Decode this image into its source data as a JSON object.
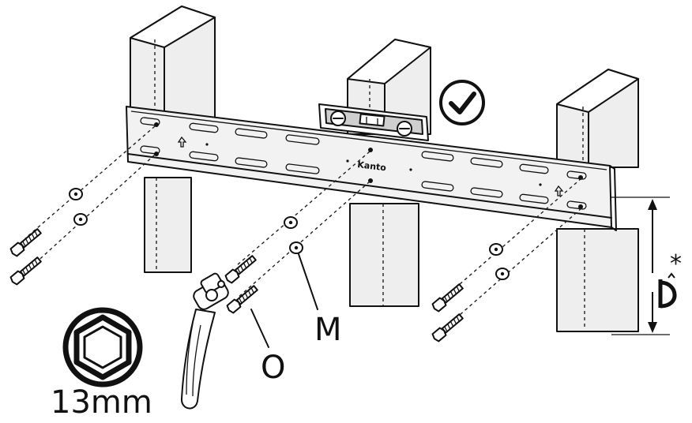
{
  "labels": {
    "anchor_m": "M",
    "anchor_o": "O",
    "socket_size": "13mm",
    "brand": "Kanto",
    "note_star": "*"
  },
  "icons": {
    "check": "check-circle-icon",
    "hex_socket": "hexagon-socket-icon",
    "ratchet": "ratchet-wrench-icon",
    "level": "spirit-level-icon",
    "dimension": "vertical-dimension-arrow-icon"
  },
  "colors": {
    "line": "#111111",
    "stud_face": "#eeeeee",
    "bracket": "#f2f2f2"
  }
}
